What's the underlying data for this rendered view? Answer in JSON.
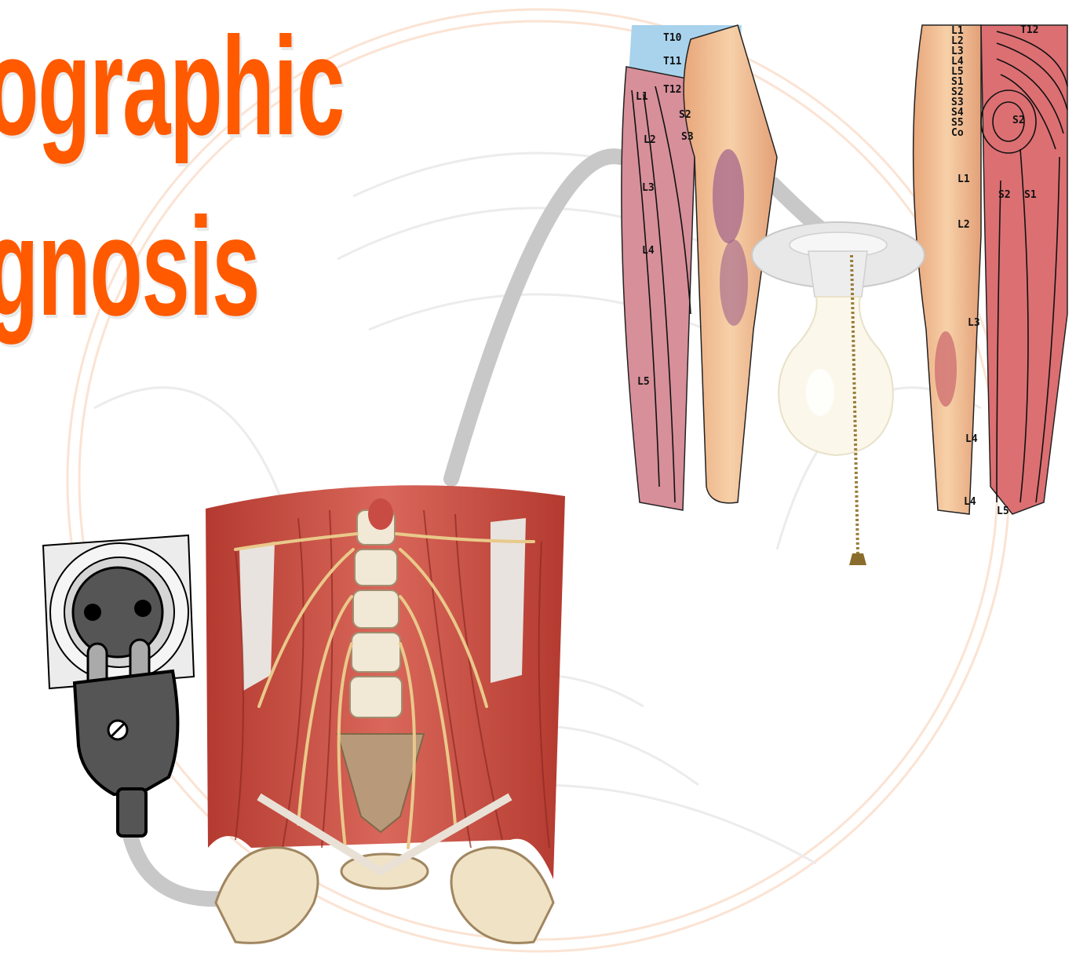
{
  "slide": {
    "title_line1": "ographic",
    "title_line2": "gnosis",
    "accent_color": "#ff5a00"
  },
  "anterior_leg_labels": [
    "T10",
    "T11",
    "T12",
    "L1",
    "S2",
    "S3",
    "L2",
    "L3",
    "L4",
    "L5"
  ],
  "posterior_leg_labels_column": [
    "L1",
    "L2",
    "L3",
    "L4",
    "L5",
    "S1",
    "S2",
    "S3",
    "S4",
    "S5",
    "Co"
  ],
  "posterior_leg_labels_other": [
    "T12",
    "S2",
    "L1",
    "S2",
    "S1",
    "L2",
    "L3",
    "L4",
    "L4",
    "L5"
  ],
  "icons": [
    "wall-socket-icon",
    "electric-plug-icon",
    "light-bulb-icon",
    "pull-chain-icon",
    "power-cord-icon"
  ],
  "figures": [
    "pelvic-nerve-anatomy",
    "dermatome-anterior-leg",
    "dermatome-posterior-leg"
  ]
}
